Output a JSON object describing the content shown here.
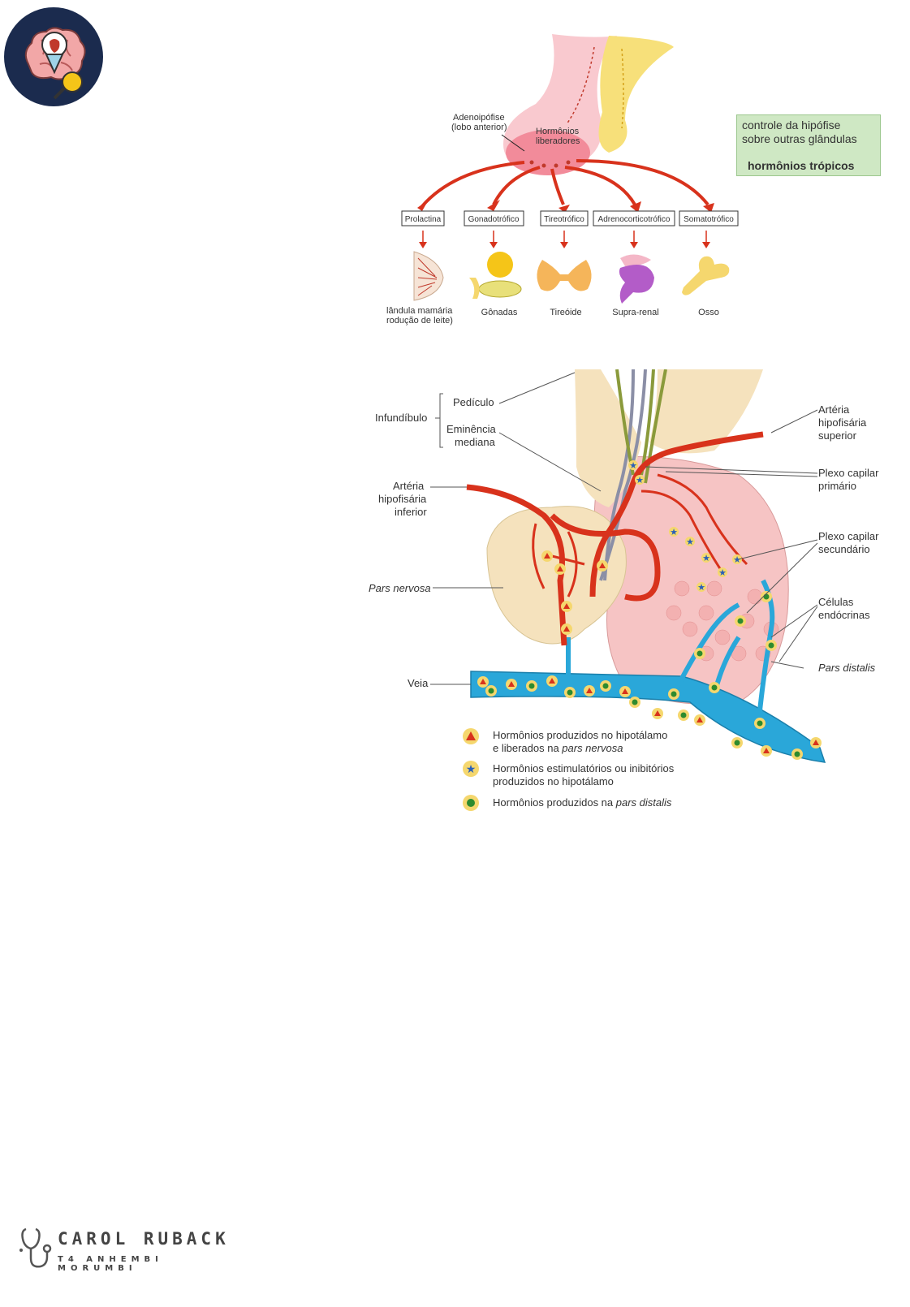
{
  "top_figure": {
    "adeno_label_1": "Adenoipófise",
    "adeno_label_2": "(lobo anterior)",
    "hormones_label_1": "Hormônios",
    "hormones_label_2": "liberadores",
    "green_box_line1": "controle da hipófise",
    "green_box_line2": "sobre outras glândulas",
    "green_box_bold": "hormônios trópicos",
    "targets": [
      {
        "box": "Prolactina",
        "organ_1": "lândula mamária",
        "organ_2": "rodução de leite)"
      },
      {
        "box": "Gonadotrófico",
        "organ_1": "Gônadas",
        "organ_2": ""
      },
      {
        "box": "Tireotrófico",
        "organ_1": "Tireóide",
        "organ_2": ""
      },
      {
        "box": "Adrenocorticotrófico",
        "organ_1": "Supra-renal",
        "organ_2": ""
      },
      {
        "box": "Somatotrófico",
        "organ_1": "Osso",
        "organ_2": ""
      }
    ]
  },
  "bottom_figure": {
    "infundibulo": "Infundíbulo",
    "pediculo": "Pedículo",
    "eminencia_1": "Eminência",
    "eminencia_2": "mediana",
    "art_inf_1": "Artéria",
    "art_inf_2": "hipofisária",
    "art_inf_3": "inferior",
    "pars_nervosa": "Pars nervosa",
    "veia": "Veia",
    "art_sup_1": "Artéria",
    "art_sup_2": "hipofisária",
    "art_sup_3": "superior",
    "plexo_prim_1": "Plexo capilar",
    "plexo_prim_2": "primário",
    "plexo_sec_1": "Plexo capilar",
    "plexo_sec_2": "secundário",
    "celulas_1": "Células",
    "celulas_2": "endócrinas",
    "pars_distalis": "Pars distalis",
    "legend": [
      {
        "line1": "Hormônios produzidos no hipotálamo",
        "line2_a": "e liberados na ",
        "line2_b": "pars nervosa"
      },
      {
        "line1": "Hormônios estimulatórios ou inibitórios",
        "line2_a": "produzidos no hipotálamo",
        "line2_b": ""
      },
      {
        "line1_a": "Hormônios produzidos na ",
        "line1_b": "pars distalis"
      }
    ]
  },
  "footer": {
    "name": "CAROL RUBACK",
    "subtitle": "T4 ANHEMBI MORUMBI"
  },
  "colors": {
    "logo_bg": "#1b2b4e",
    "artery": "#d8321c",
    "vein": "#2aa7d9",
    "green_box": "#cfe8c4"
  }
}
